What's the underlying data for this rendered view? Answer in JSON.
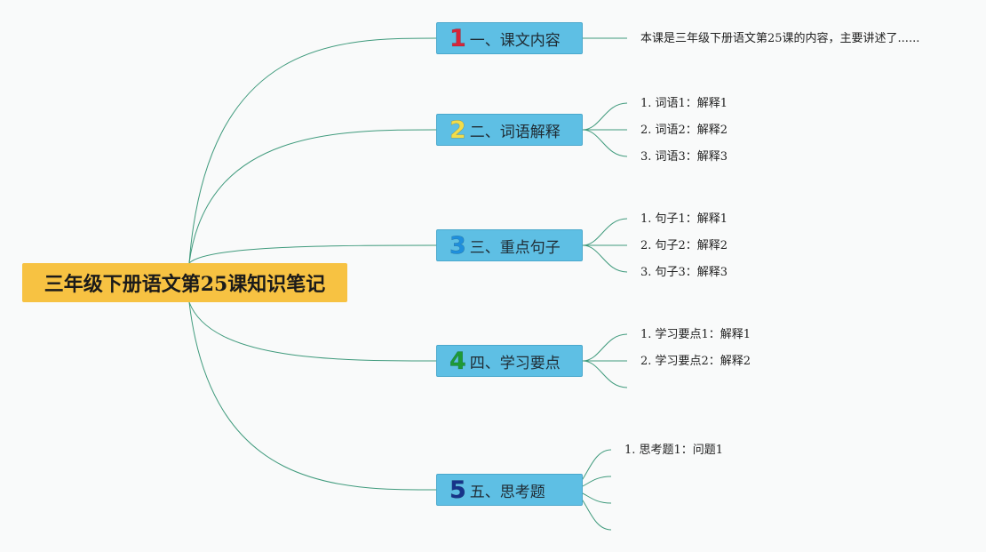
{
  "root": {
    "title": "三年级下册语文第25课知识笔记"
  },
  "colors": {
    "root_bg": "#f7c242",
    "branch_bg": "#5ebfe4",
    "line": "#3f9a7c"
  },
  "branches": [
    {
      "badge": "1",
      "badge_color": "#d6263a",
      "label": "一、课文内容",
      "leaves": [
        "本课是三年级下册语文第25课的内容，主要讲述了......"
      ]
    },
    {
      "badge": "2",
      "badge_color": "#f2dd4a",
      "label": "二、词语解释",
      "leaves": [
        "1. 词语1：解释1",
        "2. 词语2：解释2",
        "3. 词语3：解释3"
      ]
    },
    {
      "badge": "3",
      "badge_color": "#1f8fdd",
      "label": "三、重点句子",
      "leaves": [
        "1. 句子1：解释1",
        "2. 句子2：解释2",
        "3. 句子3：解释3"
      ]
    },
    {
      "badge": "4",
      "badge_color": "#1e9a36",
      "label": "四、学习要点",
      "leaves": [
        "1. 学习要点1：解释1",
        "2. 学习要点2：解释2",
        ""
      ]
    },
    {
      "badge": "5",
      "badge_color": "#17348a",
      "label": "五、思考题",
      "leaves": [
        "1. 思考题1：问题1",
        "",
        "",
        ""
      ]
    }
  ]
}
